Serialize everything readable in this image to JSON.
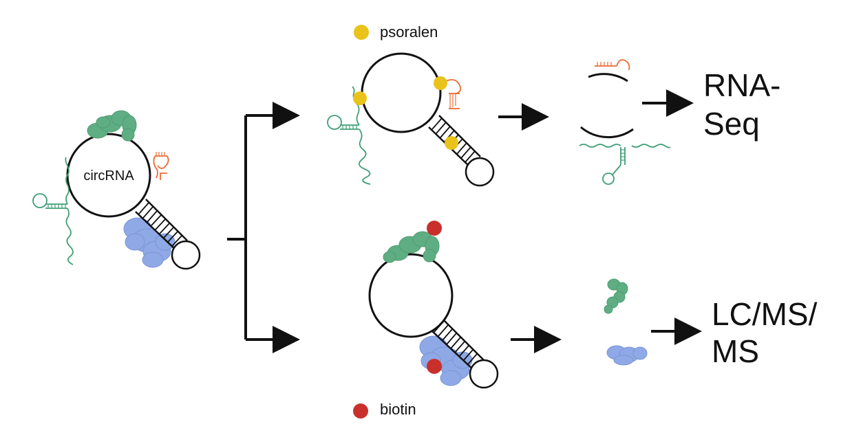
{
  "colors": {
    "psoralen": "#e9c31a",
    "biotin": "#c9302c",
    "protein_green": "#5fae83",
    "protein_blue": "#8fa9e6",
    "rna_green": "#3f9e75",
    "rna_orange": "#ec6a33",
    "line": "#111111"
  },
  "diagram": {
    "input_label": "circRNA",
    "legend_top": {
      "icon": "yellow-dot",
      "label": "psoralen"
    },
    "legend_bottom": {
      "icon": "red-dot",
      "label": "biotin"
    },
    "output_top": [
      "RNA-",
      "Seq"
    ],
    "output_bottom": [
      "LC/MS/",
      "MS"
    ]
  }
}
